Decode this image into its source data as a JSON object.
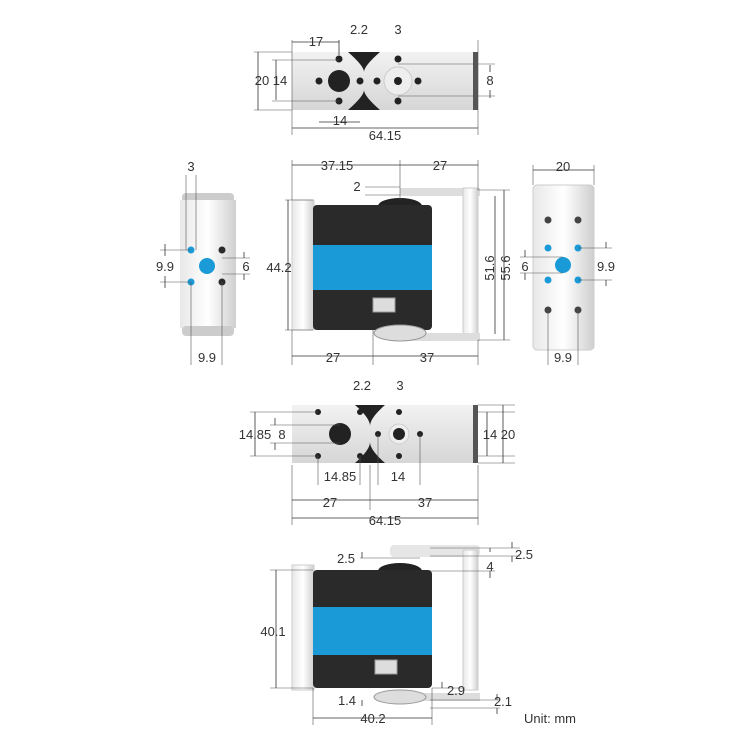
{
  "unit_label": "Unit: mm",
  "colors": {
    "accent_blue": "#1a9ad6",
    "servo_body": "#2a2a2a",
    "metal": "#e4e4e4"
  },
  "top_view": {
    "d17": "17",
    "d2_2": "2.2",
    "d3": "3",
    "d20": "20",
    "d14": "14",
    "d8": "8",
    "d14_bottom": "14",
    "d64_15": "64.15"
  },
  "side_left": {
    "d3": "3",
    "d9_9_left": "9.9",
    "d6": "6",
    "d9_9_bottom": "9.9"
  },
  "front_view": {
    "d37_15": "37.15",
    "d27_top": "27",
    "d2": "2",
    "d44_2": "44.2",
    "d51_6": "51.6",
    "d55_6": "55.6",
    "d27_bottom": "27",
    "d37_bottom": "37"
  },
  "side_right": {
    "d20": "20",
    "d6": "6",
    "d9_9_right": "9.9",
    "d9_9_bottom": "9.9"
  },
  "bottom_view": {
    "d2_2": "2.2",
    "d3": "3",
    "d14_85_left": "14.85",
    "d8": "8",
    "d14": "14",
    "d20": "20",
    "d14_85_bottom": "14.85",
    "d14_bottom": "14",
    "d27": "27",
    "d37": "37",
    "d64_15": "64.15"
  },
  "rear_view": {
    "d2_5_left": "2.5",
    "d2_5_right": "2.5",
    "d4": "4",
    "d40_1": "40.1",
    "d2_9": "2.9",
    "d1_4": "1.4",
    "d2_1": "2.1",
    "d40_2": "40.2"
  }
}
